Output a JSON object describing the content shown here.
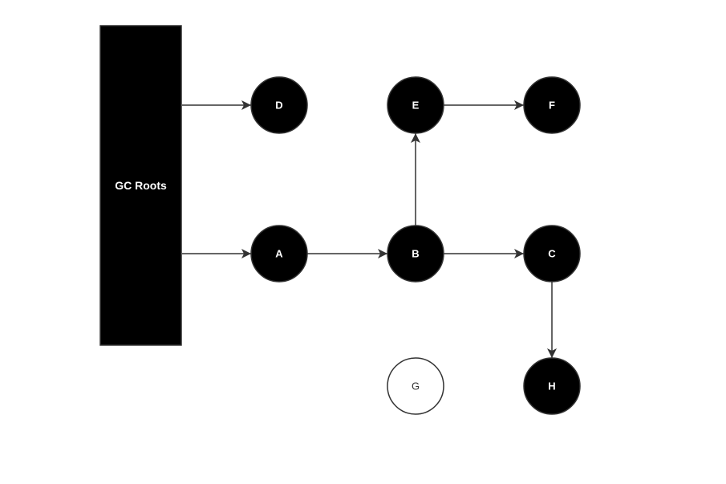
{
  "diagram": {
    "colors": {
      "node_fill": "#000000",
      "node_stroke": "#333333",
      "node_text": "#ffffff",
      "unreachable_fill": "#ffffff",
      "unreachable_text": "#333333",
      "edge": "#333333"
    },
    "root": {
      "id": "gc_roots",
      "label": "GC Roots"
    },
    "nodes": [
      {
        "id": "D",
        "label": "D",
        "reachable": true
      },
      {
        "id": "E",
        "label": "E",
        "reachable": true
      },
      {
        "id": "F",
        "label": "F",
        "reachable": true
      },
      {
        "id": "A",
        "label": "A",
        "reachable": true
      },
      {
        "id": "B",
        "label": "B",
        "reachable": true
      },
      {
        "id": "C",
        "label": "C",
        "reachable": true
      },
      {
        "id": "G",
        "label": "G",
        "reachable": false
      },
      {
        "id": "H",
        "label": "H",
        "reachable": true
      }
    ],
    "edges": [
      {
        "from": "gc_roots",
        "to": "D"
      },
      {
        "from": "gc_roots",
        "to": "A"
      },
      {
        "from": "A",
        "to": "B"
      },
      {
        "from": "B",
        "to": "C"
      },
      {
        "from": "B",
        "to": "E"
      },
      {
        "from": "E",
        "to": "F"
      },
      {
        "from": "C",
        "to": "H"
      }
    ]
  }
}
